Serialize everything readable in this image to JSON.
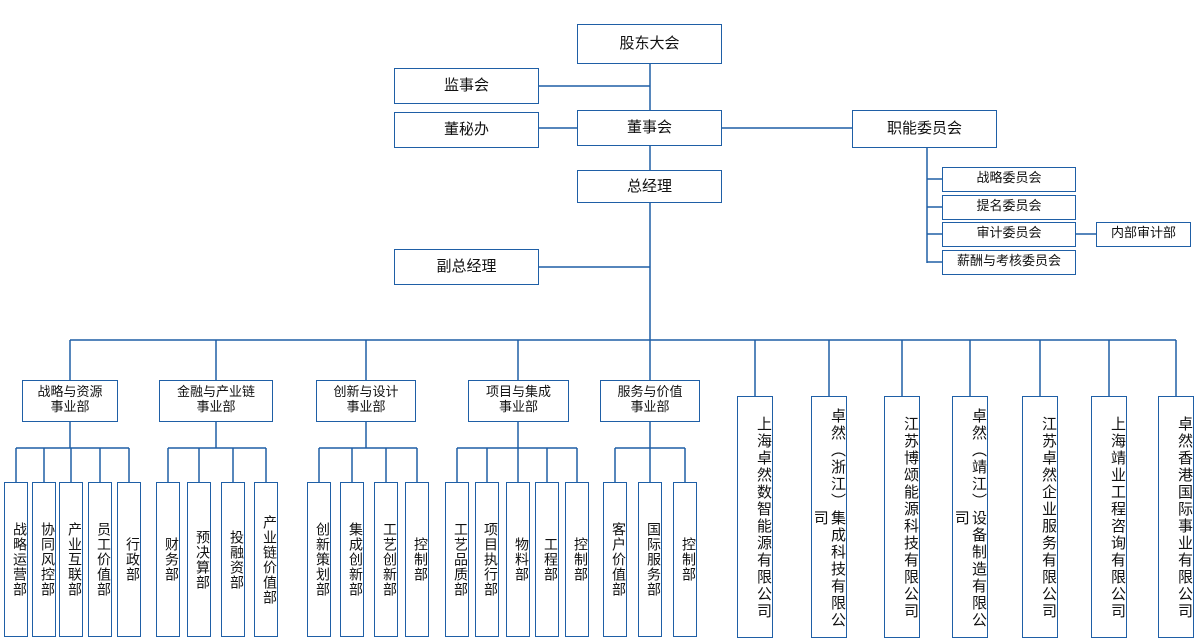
{
  "org": {
    "shareholders": "股东大会",
    "supervisory": "监事会",
    "board": "董事会",
    "secretary": "董秘办",
    "committees": "职能委员会",
    "ceo": "总经理",
    "vp": "副总经理",
    "committee_items": [
      "战略委员会",
      "提名委员会",
      "审计委员会",
      "薪酬与考核委员会"
    ],
    "internal_audit": "内部审计部",
    "divisions": [
      {
        "name": "战略与资源\n事业部",
        "depts": [
          "战略运营部",
          "协同风控部",
          "产业互联部",
          "员工价值部",
          "行政部"
        ]
      },
      {
        "name": "金融与产业链\n事业部",
        "depts": [
          "财务部",
          "预决算部",
          "投融资部",
          "产业链价值部"
        ]
      },
      {
        "name": "创新与设计\n事业部",
        "depts": [
          "创新策划部",
          "集成创新部",
          "工艺创新部",
          "控制部"
        ]
      },
      {
        "name": "项目与集成\n事业部",
        "depts": [
          "工艺品质部",
          "项目执行部",
          "物料部",
          "工程部",
          "控制部"
        ]
      },
      {
        "name": "服务与价值\n事业部",
        "depts": [
          "客户价值部",
          "国际服务部",
          "控制部"
        ]
      }
    ],
    "companies": [
      "上海卓然数智能源有限公司",
      "卓然（浙江）集成科技有限公司",
      "江苏博颂能源科技有限公司",
      "卓然（靖江）设备制造有限公司",
      "江苏卓然企业服务有限公司",
      "上海靖业工程咨询有限公司",
      "卓然香港国际事业有限公司"
    ]
  }
}
